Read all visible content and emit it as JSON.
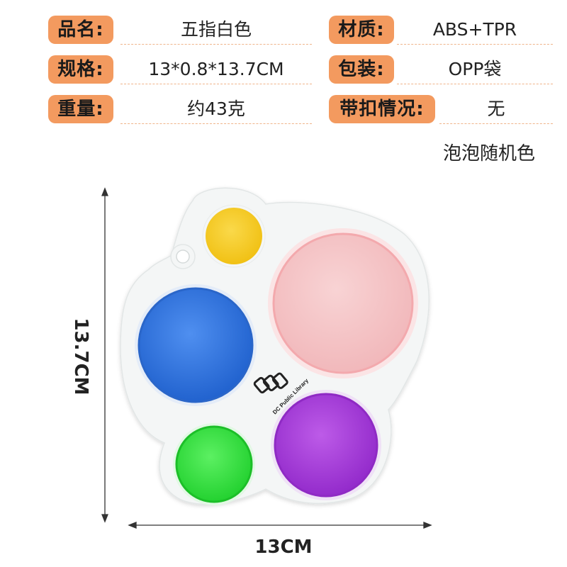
{
  "specs": {
    "name_label": "品名:",
    "name_value": "五指白色",
    "material_label": "材质:",
    "material_value": "ABS+TPR",
    "size_label": "规格:",
    "size_value": "13*0.8*13.7CM",
    "package_label": "包装:",
    "package_value": "OPP袋",
    "weight_label": "重量:",
    "weight_value": "约43克",
    "buckle_label": "带扣情况:",
    "buckle_value": "无"
  },
  "note": "泡泡随机色",
  "dimensions": {
    "width": "13CM",
    "height": "13.7CM"
  },
  "colors": {
    "label_bg": "#f39a5f",
    "yellow": "#f5cc1d",
    "pink": "#f6c4c6",
    "blue": "#2f74e2",
    "green": "#2fe03c",
    "purple": "#a63bd8",
    "board": "#f4f6f6"
  },
  "logo": {
    "caption": "DC Public Library"
  }
}
